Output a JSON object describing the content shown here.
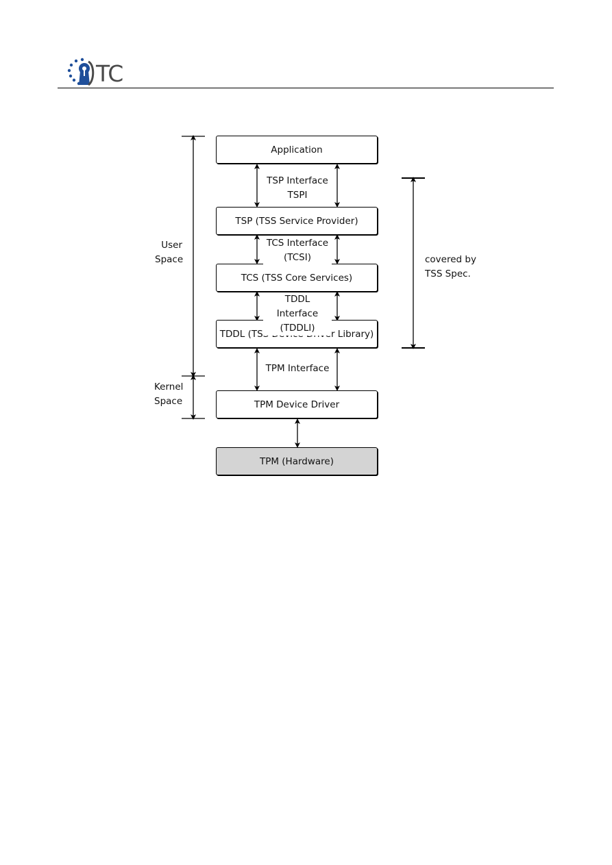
{
  "header": {
    "logo_text": "TC"
  },
  "boxes": {
    "application": "Application",
    "tsp": "TSP (TSS Service Provider)",
    "tcs": "TCS (TSS Core Services)",
    "tddl": "TDDL (TSS Device Driver Library)",
    "device_driver": "TPM Device Driver",
    "tpm": "TPM (Hardware)"
  },
  "interfaces": {
    "tsp_line1": "TSP Interface",
    "tsp_line2": "TSPI",
    "tcs_line1": "TCS Interface",
    "tcs_line2": "(TCSI)",
    "tddl_line1": "TDDL Interface",
    "tddl_line2": "(TDDLI)",
    "tpm": "TPM Interface"
  },
  "side_labels": {
    "user_line1": "User",
    "user_line2": "Space",
    "kernel_line1": "Kernel",
    "kernel_line2": "Space",
    "covered_line1": "covered by",
    "covered_line2": "TSS Spec."
  },
  "colors": {
    "hardware_fill": "#d4d4d4",
    "logo_blue": "#1f4f9a",
    "logo_gray": "#4a4a4a"
  }
}
